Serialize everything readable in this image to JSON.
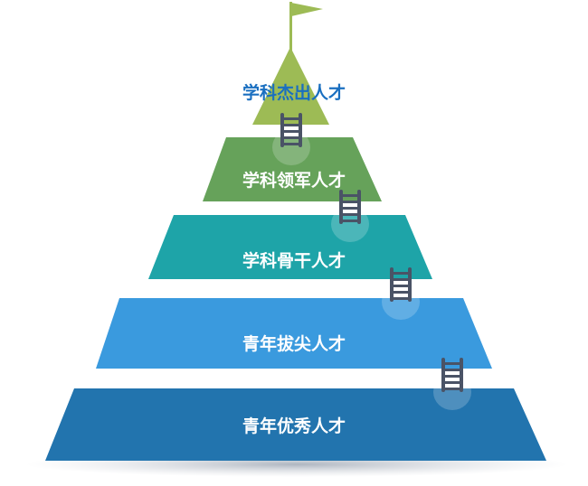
{
  "tiers": [
    {
      "label": "学科杰出人才",
      "color": "#9dbb55",
      "text_color": "#1a6fc0"
    },
    {
      "label": "学科领军人才",
      "color": "#66a25a",
      "text_color": "#ffffff"
    },
    {
      "label": "学科骨干人才",
      "color": "#1ea4a8",
      "text_color": "#ffffff"
    },
    {
      "label": "青年拔尖人才",
      "color": "#3a9ade",
      "text_color": "#ffffff"
    },
    {
      "label": "青年优秀人才",
      "color": "#2274ae",
      "text_color": "#ffffff"
    }
  ],
  "icons": {
    "flag": "flag-icon",
    "ladder": "ladder-icon"
  },
  "ladder_color": "#4a5366"
}
